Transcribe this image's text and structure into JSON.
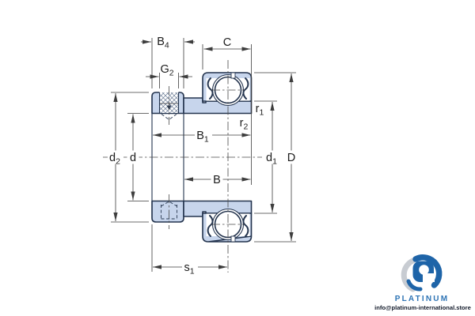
{
  "drawing": {
    "type": "bearing-cross-section",
    "description": "Insert ball bearing with eccentric locking collar, sectional dimension drawing"
  },
  "labels": {
    "b4": {
      "base": "B",
      "sub": "4"
    },
    "g2": {
      "base": "G",
      "sub": "2"
    },
    "c": {
      "base": "C",
      "sub": ""
    },
    "r1": {
      "base": "r",
      "sub": "1"
    },
    "r2": {
      "base": "r",
      "sub": "2"
    },
    "b1": {
      "base": "B",
      "sub": "1"
    },
    "b": {
      "base": "B",
      "sub": ""
    },
    "d2": {
      "base": "d",
      "sub": "2"
    },
    "d": {
      "base": "d",
      "sub": ""
    },
    "d1": {
      "base": "d",
      "sub": "1"
    },
    "D": {
      "base": "D",
      "sub": ""
    },
    "s1": {
      "base": "s",
      "sub": "1"
    }
  },
  "logo": {
    "brand": "PLATINUM",
    "email": "info@platinum-international.store"
  },
  "colors": {
    "part_fill": "#c7d5ec",
    "part_outline": "#24344e",
    "dimension_lines": "#3d3d3d",
    "logo_blue": "#1e64a8",
    "logo_gray": "#c8ccd2",
    "brand_text": "#2e74b5",
    "email_text": "#131b2b"
  }
}
